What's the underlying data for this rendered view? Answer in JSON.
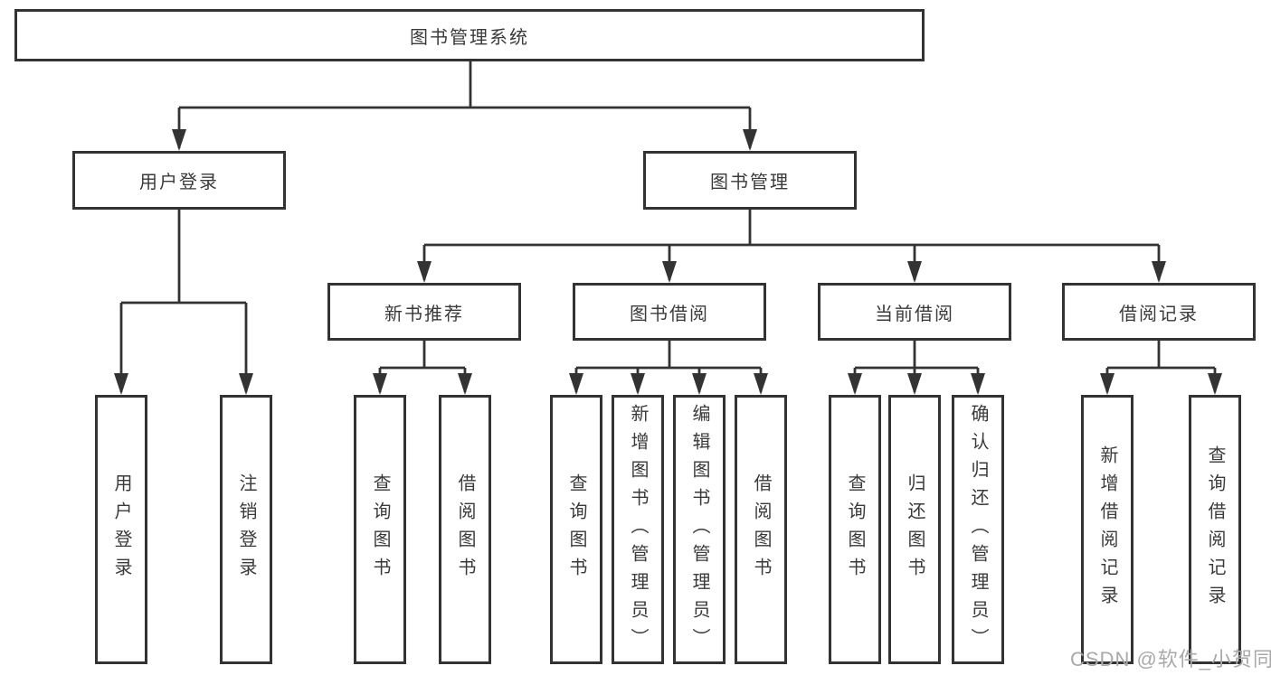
{
  "diagram": {
    "tree": {
      "label": "图书管理系统",
      "children": [
        {
          "label": "用户登录",
          "children": [
            {
              "label": "用户登录"
            },
            {
              "label": "注销登录"
            }
          ]
        },
        {
          "label": "图书管理",
          "children": [
            {
              "label": "新书推荐",
              "children": [
                {
                  "label": "查询图书"
                },
                {
                  "label": "借阅图书"
                }
              ]
            },
            {
              "label": "图书借阅",
              "children": [
                {
                  "label": "查询图书"
                },
                {
                  "label": "新增图书（管理员）"
                },
                {
                  "label": "编辑图书（管理员）"
                },
                {
                  "label": "借阅图书"
                }
              ]
            },
            {
              "label": "当前借阅",
              "children": [
                {
                  "label": "查询图书"
                },
                {
                  "label": "归还图书"
                },
                {
                  "label": "确认归还（管理员）"
                }
              ]
            },
            {
              "label": "借阅记录",
              "children": [
                {
                  "label": "新增借阅记录"
                },
                {
                  "label": "查询借阅记录"
                }
              ]
            }
          ]
        }
      ]
    },
    "watermark": "CSDN @软件_小贺同学",
    "colors": {
      "line": "#333333",
      "box_border": "#333333",
      "text": "#3a3a3a",
      "watermark": "#a9a9a9",
      "background": "#ffffff"
    }
  }
}
